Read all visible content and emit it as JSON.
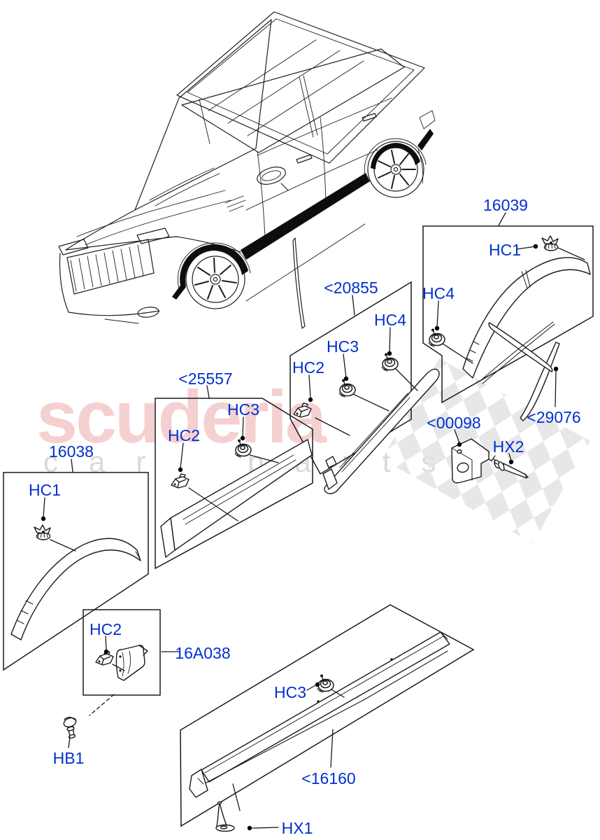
{
  "watermark": {
    "brand": "scuderia",
    "tagline": "car parts"
  },
  "colors": {
    "label_blue": "#0030cf",
    "line": "#1a1a1a",
    "trim_black": "#0d0d0d",
    "watermark_pink": "#f5d0d0",
    "watermark_gray": "#d9d9d9",
    "checker_gray": "#e3e3e3"
  },
  "callouts": {
    "p16039": {
      "label": "16039"
    },
    "hc1_rear_arch": {
      "label": "HC1"
    },
    "hc4_rear_arch": {
      "label": "HC4"
    },
    "p20855": {
      "label": "<20855"
    },
    "hc4_door": {
      "label": "HC4"
    },
    "hc3_door": {
      "label": "HC3"
    },
    "hc2_door": {
      "label": "HC2"
    },
    "p25557": {
      "label": "<25557"
    },
    "hc3_sill": {
      "label": "HC3"
    },
    "hc2_sill": {
      "label": "HC2"
    },
    "p16038": {
      "label": "16038"
    },
    "hc1_front_arch": {
      "label": "HC1"
    },
    "p29076": {
      "label": "<29076"
    },
    "p00098": {
      "label": "<00098"
    },
    "hx2": {
      "label": "HX2"
    },
    "p16A038": {
      "label": "16A038"
    },
    "hc2_mudflap": {
      "label": "HC2"
    },
    "hb1": {
      "label": "HB1"
    },
    "hc3_rocker": {
      "label": "HC3"
    },
    "p16160": {
      "label": "<16160"
    },
    "hx1": {
      "label": "HX1"
    }
  }
}
